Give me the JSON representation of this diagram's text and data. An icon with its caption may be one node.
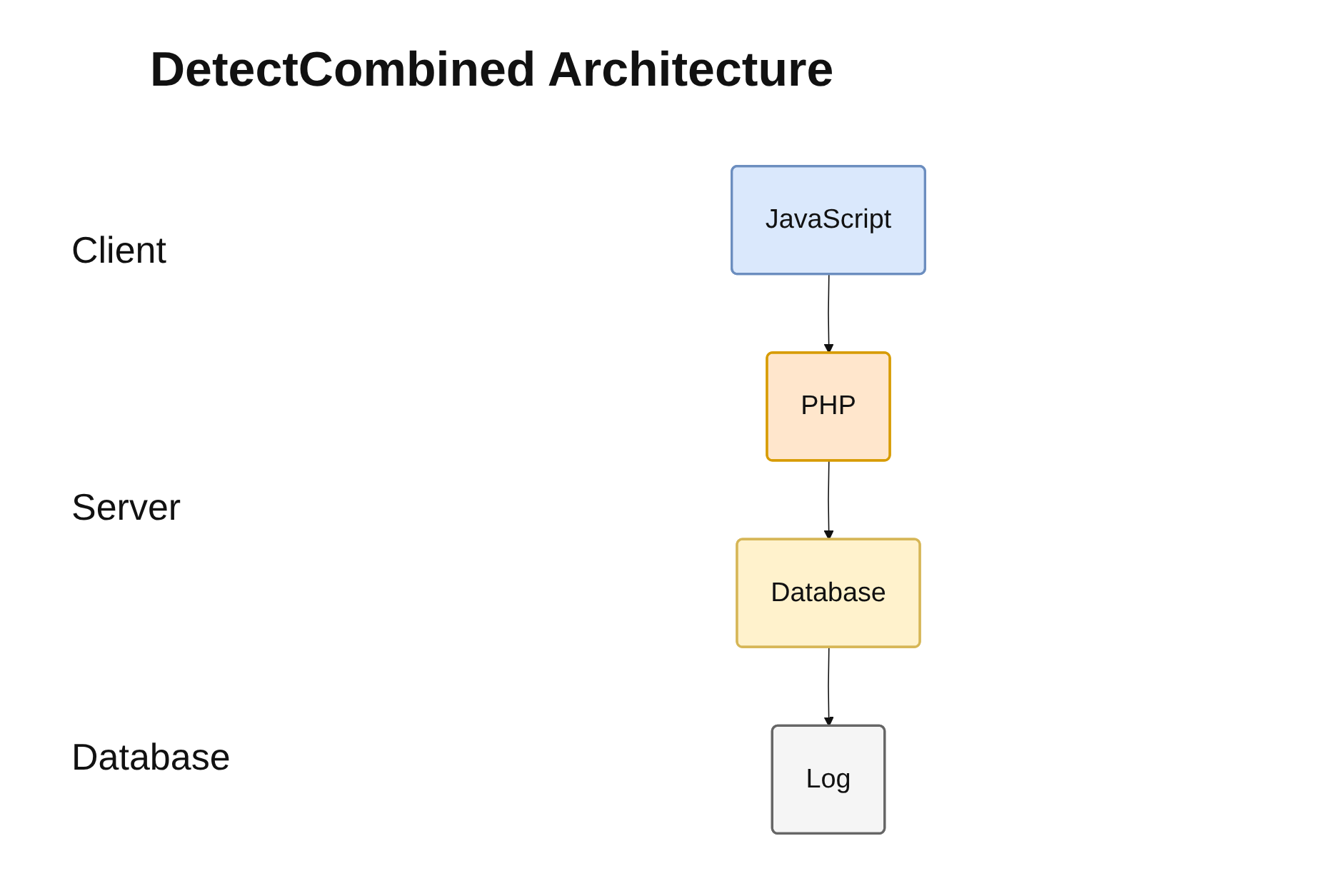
{
  "diagram": {
    "title": "DetectCombined Architecture",
    "nodes": [
      {
        "text": [
          "JavaScript"
        ]
      },
      {
        "text": [
          "PHP"
        ]
      },
      {
        "text": [
          "Database"
        ]
      },
      {
        "text": [
          "Log"
        ]
      }
    ],
    "edges": [
      {
        "from": 0,
        "to": 1,
        "arrow": "to"
      },
      {
        "from": 1,
        "to": 2,
        "arrow": "to"
      },
      {
        "from": 2,
        "to": 3,
        "arrow": "to"
      }
    ],
    "labels": [
      "Client",
      "Server",
      "Database"
    ]
  }
}
